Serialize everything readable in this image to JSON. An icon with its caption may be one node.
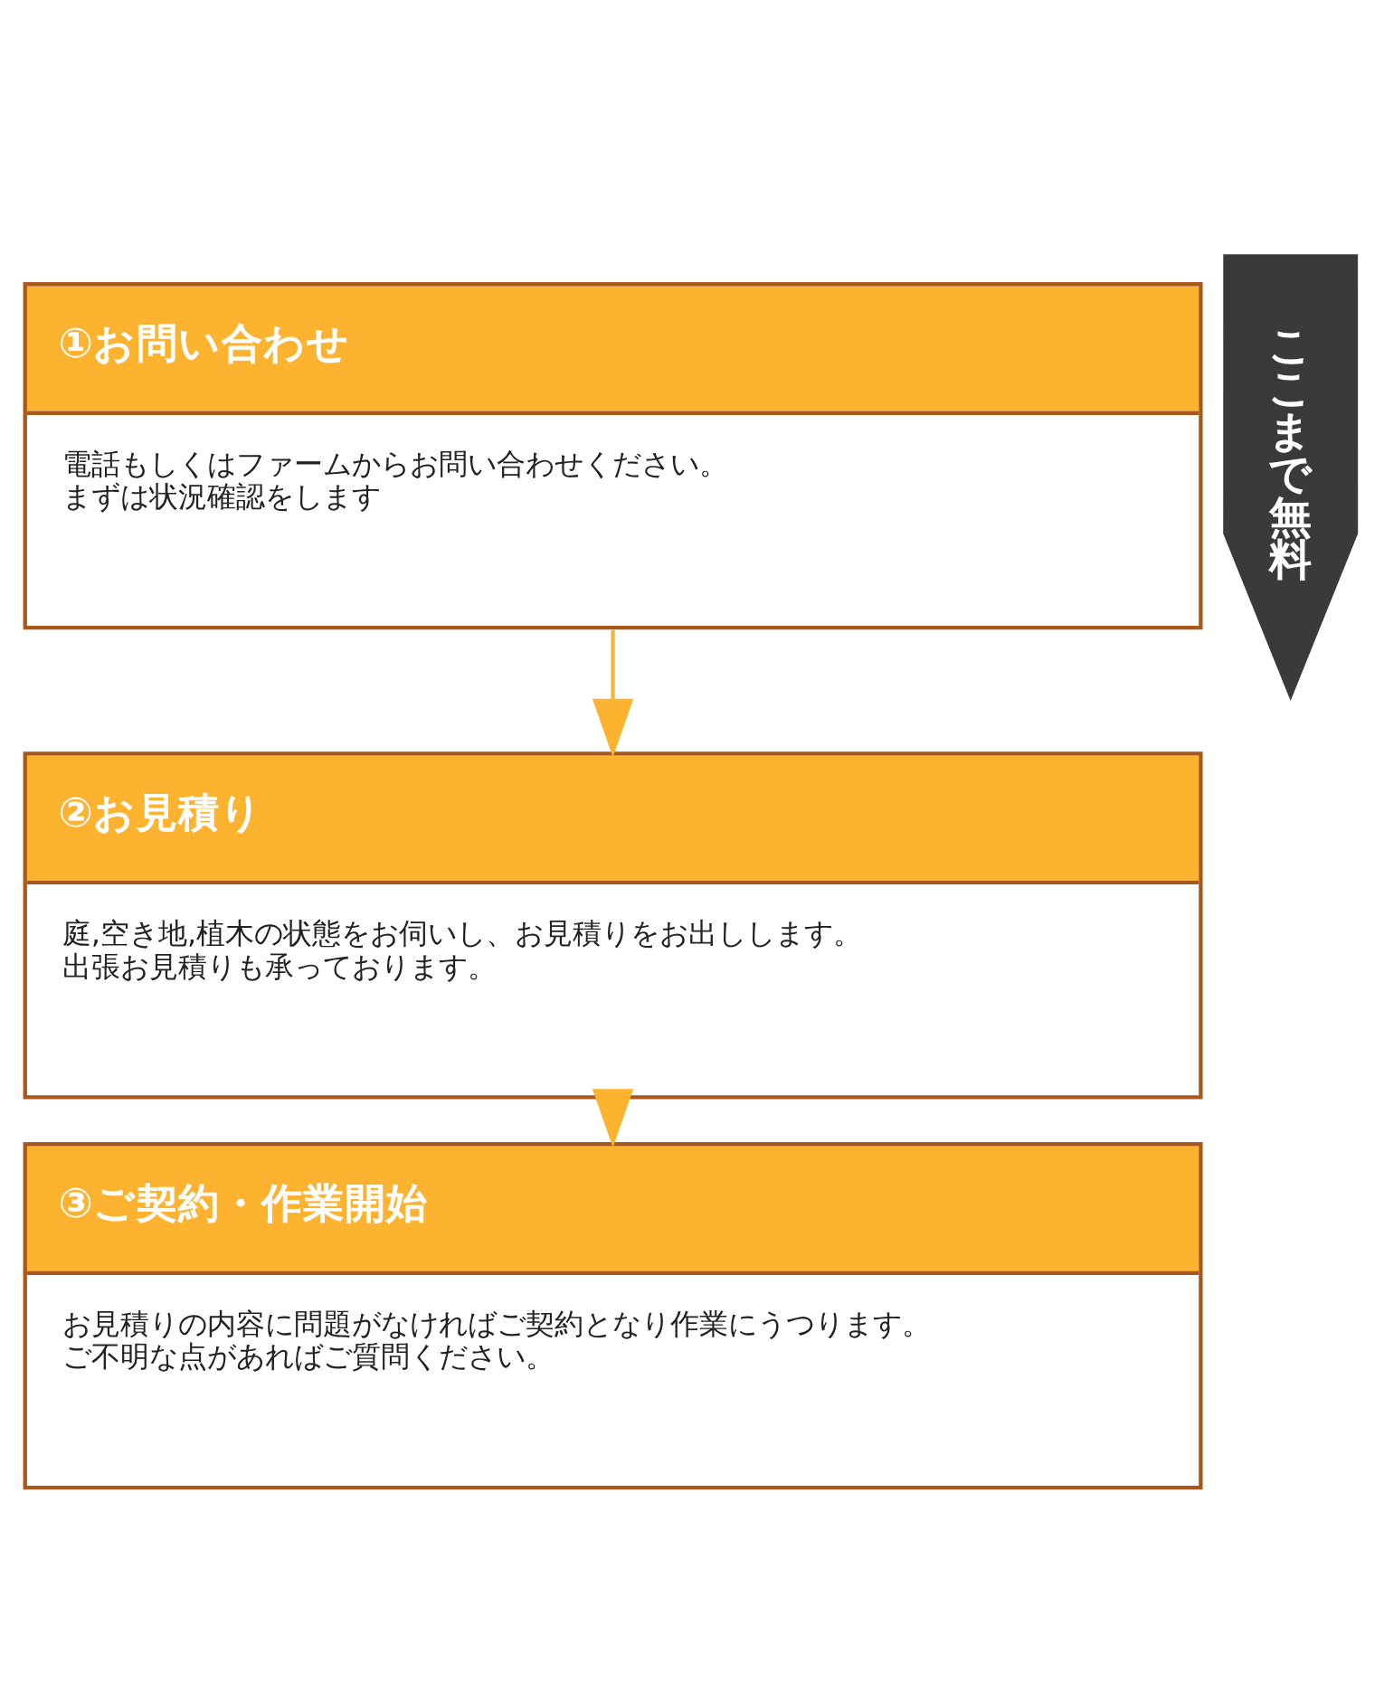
{
  "diagram": {
    "nodes": [
      {
        "text": [
          "①お問い合わせ",
          "電話もしくはファームからお問い合わせください。まずは状況確認をします"
        ]
      },
      {
        "text": [
          "ここまで無料"
        ]
      },
      {
        "text": [
          "②お見積り",
          "庭,空き地,植木の状態をお伺いし、お見積りをお出しします。出張お見積りも承っております。"
        ]
      },
      {
        "text": [
          "③ご契約・作業開始",
          "お見積りの内容に問題がなければご契約となり作業にうつります。ご不明な点があればご質問ください。"
        ]
      }
    ],
    "edges": [
      {
        "from": 0,
        "to": 2,
        "arrow": "to"
      },
      {
        "from": 2,
        "to": 3,
        "arrow": "to"
      }
    ]
  }
}
